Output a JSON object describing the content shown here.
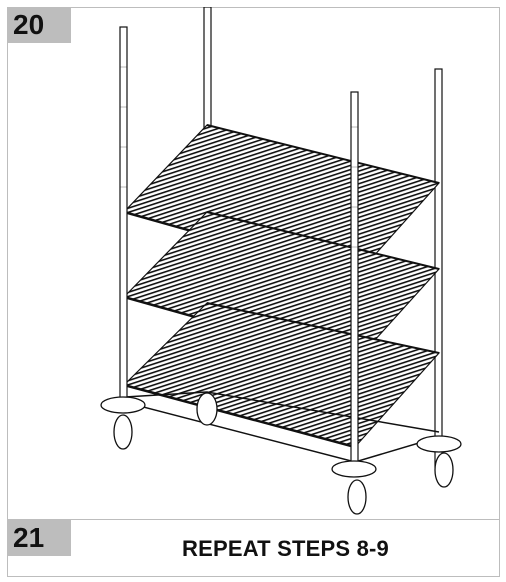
{
  "steps": {
    "first": {
      "number": "20"
    },
    "second": {
      "number": "21",
      "instruction": "REPEAT STEPS 8-9"
    }
  },
  "colors": {
    "badge": "#bdbdbd",
    "border": "#bdbdbd",
    "ink": "#111111"
  },
  "illustration": {
    "icon": "wire-shelving-cart-icon"
  }
}
